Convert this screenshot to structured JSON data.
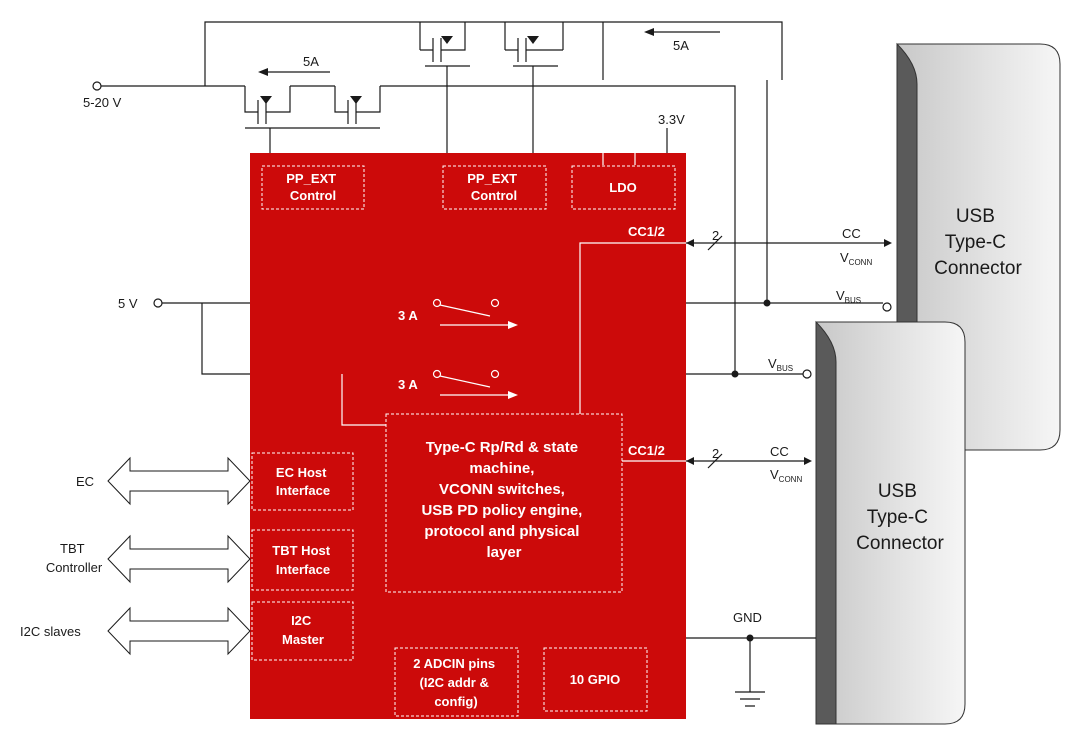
{
  "inputs": {
    "vin": "5-20 V",
    "v5": "5 V",
    "current_top": "5A",
    "current_mid": "5A",
    "v33": "3.3V"
  },
  "blocks": {
    "pp_ext_1": [
      "PP_EXT",
      "Control"
    ],
    "pp_ext_2": [
      "PP_EXT",
      "Control"
    ],
    "ldo": "LDO",
    "switch_1": "3 A",
    "switch_2": "3 A",
    "core": [
      "Type-C Rp/Rd & state",
      "machine,",
      "VCONN switches,",
      "USB PD policy engine,",
      "protocol and physical",
      "layer"
    ],
    "ec_host": [
      "EC Host",
      "Interface"
    ],
    "tbt_host": [
      "TBT Host",
      "Interface"
    ],
    "i2c_master": [
      "I2C",
      "Master"
    ],
    "adcin": [
      "2 ADCIN pins",
      "(I2C addr &",
      "config)"
    ],
    "gpio": "10 GPIO"
  },
  "signals": {
    "cc12_top": "CC1/2",
    "cc12_bottom": "CC1/2",
    "bus_width_top": "2",
    "bus_width_bottom": "2",
    "cc_top": "CC",
    "cc_bottom": "CC",
    "vconn_main": "V",
    "vconn_sub": "CONN",
    "vbus_main": "V",
    "vbus_sub": "BUS",
    "gnd": "GND"
  },
  "external": {
    "ec": "EC",
    "tbt": [
      "TBT",
      "Controller"
    ],
    "i2c_slaves": "I2C slaves"
  },
  "connectors": {
    "top": [
      "USB",
      "Type-C",
      "Connector"
    ],
    "bottom": [
      "USB",
      "Type-C",
      "Connector"
    ]
  },
  "colors": {
    "chip_red": "#cc0a0a",
    "connector_gray": "#d4d4d4",
    "connector_dark": "#5a5a5a"
  }
}
